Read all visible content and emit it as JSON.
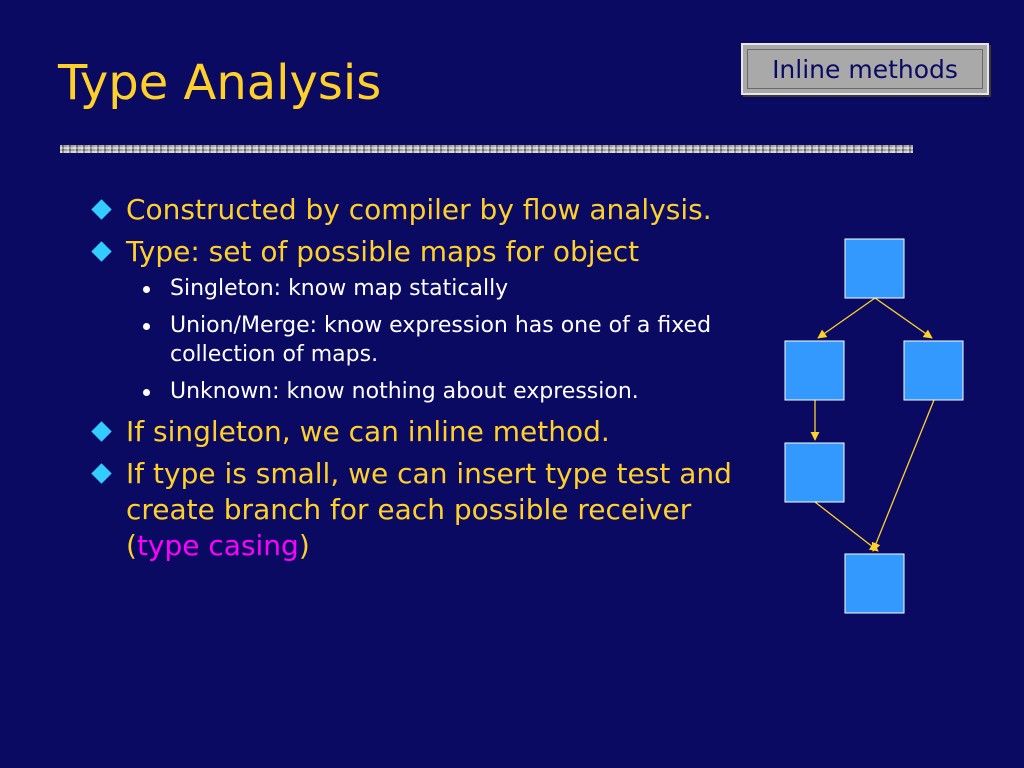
{
  "slide": {
    "title": "Type Analysis",
    "tag": "Inline methods"
  },
  "bullets": [
    {
      "text": "Constructed by compiler by flow analysis."
    },
    {
      "text": "Type: set of possible maps for object"
    },
    {
      "text": "Singleton: know map statically"
    },
    {
      "text": "Union/Merge: know expression has one of a fixed collection of maps."
    },
    {
      "text": "Unknown: know nothing about expression."
    },
    {
      "text": "If singleton, we can inline method."
    },
    {
      "text_before": "If type is small, we can insert type test and create branch for each possible receiver (",
      "highlight": "type casing",
      "text_after": ")"
    }
  ],
  "colors": {
    "background": "#0a0a63",
    "title": "#ffd02a",
    "main_bullet_text": "#ffd02a",
    "sub_bullet_text": "#ffffff",
    "highlight": "#ff00ff",
    "diamond": "#33ccff",
    "node_fill": "#3399ff",
    "edge": "#ffd02a"
  }
}
